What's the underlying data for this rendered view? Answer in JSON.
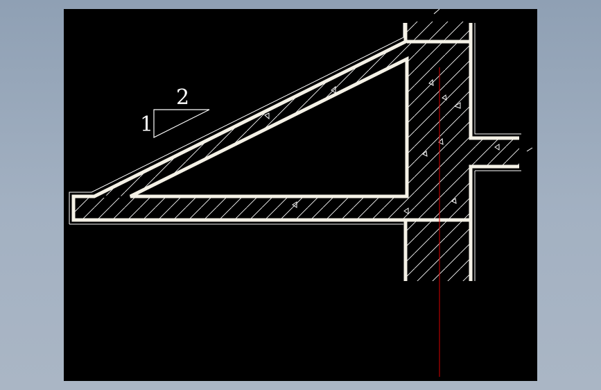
{
  "colors": {
    "background_gradient_top": "#8fa0b4",
    "background_gradient_bottom": "#aab6c5",
    "viewport": "#000000",
    "wall_lines": "#f4f1e6",
    "hatch": "#ffffff",
    "axis_line": "#d80000"
  },
  "slope_indicator": {
    "rise": "1",
    "run": "2"
  },
  "icons": {
    "aggregate_marker": "triangle-marker-icon",
    "axis": "red-vertical-axis-line"
  }
}
